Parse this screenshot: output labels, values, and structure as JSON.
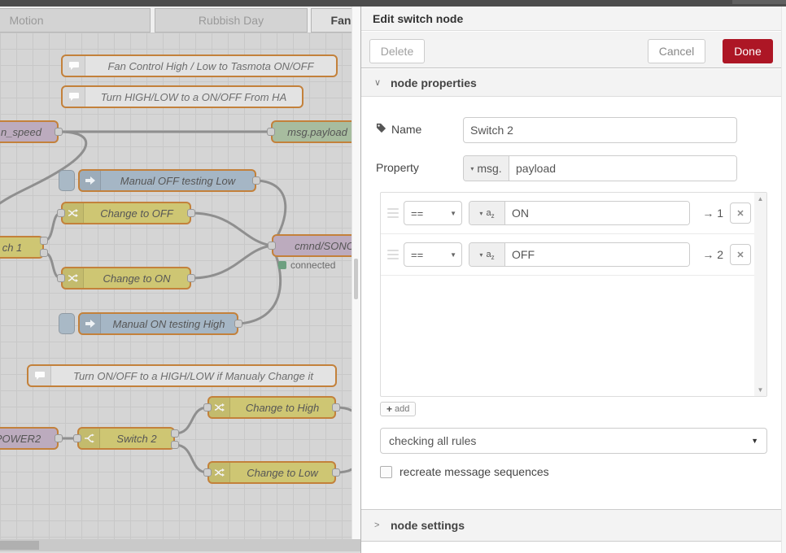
{
  "tabs": [
    {
      "label": "Motion"
    },
    {
      "label": "Rubbish Day"
    },
    {
      "label": "Fan"
    }
  ],
  "canvas": {
    "comments": {
      "c1": "Fan Control High / Low to Tasmota ON/OFF",
      "c2": "Turn HIGH/LOW to a ON/OFF From HA",
      "c3": "Turn ON/OFF to a HIGH/LOW if Manualy Change it"
    },
    "nodes": {
      "fan_speed": "n_speed",
      "msg_payload": "msg.payload",
      "inject_off": "Manual OFF testing Low",
      "change_off": "Change to OFF",
      "switch1": "ch 1",
      "mqtt_out": "cmnd/SONO",
      "change_on": "Change to ON",
      "inject_on": "Manual ON testing High",
      "change_high": "Change to High",
      "mqtt_power2": "POWER2",
      "switch2": "Switch 2",
      "change_low": "Change to Low"
    },
    "status_connected": "connected"
  },
  "panel": {
    "title": "Edit switch node",
    "toolbar": {
      "delete": "Delete",
      "cancel": "Cancel",
      "done": "Done"
    },
    "sections": {
      "properties": "node properties",
      "settings": "node settings"
    },
    "fields": {
      "name_label": "Name",
      "name_value": "Switch 2",
      "property_label": "Property",
      "property_prefix": "msg.",
      "property_value": "payload"
    },
    "rules": [
      {
        "op": "==",
        "value": "ON",
        "target": "→ 1"
      },
      {
        "op": "==",
        "value": "OFF",
        "target": "→ 2"
      }
    ],
    "add_label": "add",
    "mode_select": "checking all rules",
    "checkbox_label": "recreate message sequences"
  },
  "glyphs": {
    "caret_down": "▾",
    "select_caret": "▼",
    "chevron_open": "∨",
    "chevron_closed": ">",
    "close_x": "✕",
    "plus": "+",
    "scroll_up": "▲",
    "scroll_down": "▼",
    "az_a": "a",
    "az_z": "z"
  },
  "colors": {
    "done_red": "#ad1625",
    "node_border_orange": "#c3813b",
    "status_green": "#6d9f80"
  }
}
